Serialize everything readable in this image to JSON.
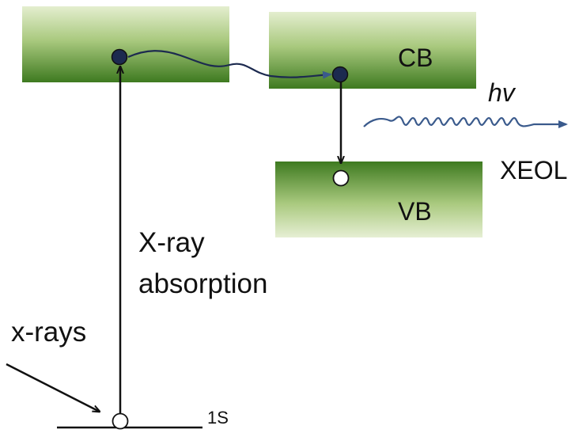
{
  "labels": {
    "cb": "CB",
    "vb": "VB",
    "hv": "hv",
    "xeol": "XEOL",
    "xray_absorption_line1": "X-ray",
    "xray_absorption_line2": "absorption",
    "xrays": "x-rays",
    "level_1s": "1S"
  },
  "colors": {
    "band_dark": "#3d7a1f",
    "band_light": "#e6efd2",
    "photon_wave": "#3a5a8c",
    "electron": "#1c2a4f",
    "line": "#111111"
  },
  "icons": {
    "electron": "filled-circle",
    "hole": "open-circle"
  }
}
